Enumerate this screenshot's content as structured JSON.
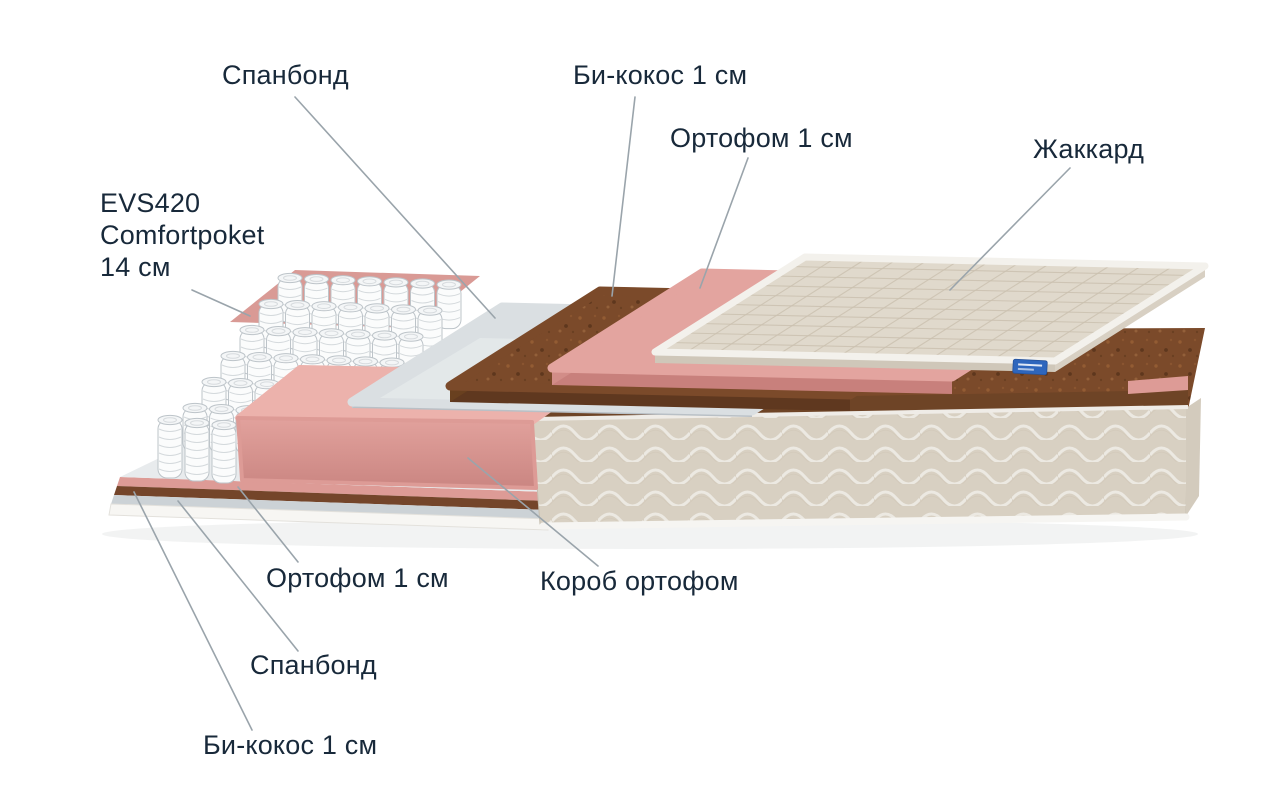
{
  "labels": {
    "spunbond_top": "Спанбонд",
    "bicoconut_top": "Би-кокос 1 см",
    "orthofoam_top": "Ортофом 1 см",
    "jacquard": "Жаккард",
    "springs": "EVS420\nComfortpoket\n14 см",
    "orthofoam_bottom": "Ортофом 1 см",
    "orthofoam_box": "Короб ортофом",
    "spunbond_bottom": "Спанбонд",
    "bicoconut_bottom": "Би-кокос 1 см"
  },
  "colors": {
    "text": "#18293a",
    "leader_line": "#9aa4ab",
    "pink_foam": "#dd9b96",
    "coir_brown": "#7b4a2a",
    "spunbond_gray": "#d8dde0",
    "fabric_beige": "#ddd5c7",
    "tag_blue": "#2e66bd"
  }
}
